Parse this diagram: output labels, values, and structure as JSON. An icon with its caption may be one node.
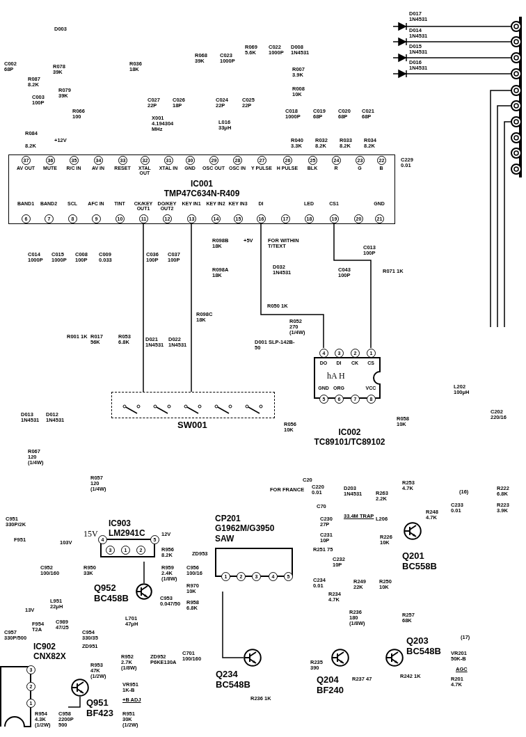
{
  "diagram": {
    "nodes": [
      {
        "text": [
          "IC001",
          "TMP47C634N-R409"
        ]
      },
      {
        "text": [],
        "shape": "box",
        "beside": [
          "SW001"
        ]
      },
      {
        "text": [
          "IC002",
          "TC89101/TC89102"
        ]
      },
      {
        "text": [
          "IC903",
          "LM2941C"
        ]
      },
      {
        "text": [],
        "shape": "circle",
        "beside": [
          "Q952",
          "BC458B"
        ]
      },
      {
        "text": [
          "CP201",
          "G1962M/G3950",
          "SAW"
        ]
      },
      {
        "text": [],
        "shape": "circle",
        "beside": [
          "Q201",
          "BC558B"
        ]
      },
      {
        "text": [
          "IC902",
          "CNX82X"
        ]
      },
      {
        "text": [],
        "shape": "circle",
        "beside": [
          "Q951",
          "BF423"
        ]
      },
      {
        "text": [],
        "shape": "circle",
        "beside": [
          "Q234",
          "BC548B"
        ]
      },
      {
        "text": [],
        "shape": "circle",
        "beside": [
          "Q204",
          "BF240"
        ]
      },
      {
        "text": [],
        "shape": "circle",
        "beside": [
          "Q203",
          "BC548B"
        ]
      }
    ],
    "edges": [
      {
        "from": 0,
        "to": 2,
        "arrow": "none"
      },
      {
        "from": 0,
        "to": 2,
        "arrow": "none"
      },
      {
        "from": 0,
        "to": 1,
        "arrow": "none"
      },
      {
        "from": 0,
        "to": 1,
        "arrow": "none"
      },
      {
        "from": 3,
        "to": 4,
        "arrow": "none"
      },
      {
        "from": 8,
        "to": 7,
        "arrow": "none"
      },
      {
        "from": 5,
        "to": 9,
        "arrow": "none"
      }
    ],
    "labels": [
      "D003",
      "C002 68P",
      "R087 8.2K",
      "R078 39K",
      "R079 39K",
      "C003 100P",
      "R066 100",
      "R084",
      "8.2K",
      "+12V",
      "R036 18K",
      "C027 22P",
      "C026 18P",
      "X001 4.194304 MHz",
      "C024 22P",
      "C025 22P",
      "L016 33μH",
      "R068 39K",
      "C023 1000P",
      "R069 5.6K",
      "C022 1000P",
      "D008 1N4531",
      "R007 3.9K",
      "R008 10K",
      "C018 1000P",
      "C019 68P",
      "C020 68P",
      "C021 68P",
      "R040 3.3K",
      "R032 8.2K",
      "R033 8.2K",
      "R034 8.2K",
      "C229 0.01",
      "D017 1N4531",
      "D014 1N4531",
      "D015 1N4531",
      "D016 1N4531",
      "37",
      "AV OUT",
      "36",
      "MUTE",
      "35",
      "R/C IN",
      "34",
      "AV IN",
      "33",
      "RESET",
      "32",
      "XTAL OUT",
      "31",
      "XTAL IN",
      "30",
      "GND",
      "29",
      "OSC OUT",
      "28",
      "OSC IN",
      "27",
      "Y PULSE",
      "26",
      "H PULSE",
      "25",
      "BLK",
      "24",
      "R",
      "23",
      "G",
      "22",
      "B",
      "BAND1",
      "6",
      "BAND2",
      "7",
      "SCL",
      "8",
      "AFC IN",
      "9",
      "TINT",
      "10",
      "CK/KEY OUT1",
      "11",
      "DO/KEY OUT2",
      "12",
      "KEY IN1",
      "13",
      "KEY IN2",
      "14",
      "KEY IN3",
      "15",
      "DI",
      "16",
      "17",
      "LED",
      "18",
      "CS1",
      "19",
      "20",
      "GND",
      "21",
      "C014 1000P",
      "C015 1000P",
      "C008 100P",
      "C009 0.033",
      "C036 100P",
      "C037 100P",
      "R098B 18K",
      "+5V",
      "R098A 18K",
      "FOR WITHIN T/TEXT",
      "D032 1N4531",
      "C013 100P",
      "C043 100P",
      "R071 1K",
      "R098C 18K",
      "R050 1K",
      "R052 270 (1/4W)",
      "D001 SLP-142B-50",
      "R001 1K",
      "R017 56K",
      "R053 6.8K",
      "D021 1N4531",
      "D022 1N4531",
      "D013 1N4531",
      "D012 1N4531",
      "4",
      "3",
      "2",
      "1",
      "DO",
      "DI",
      "CK",
      "CS",
      "GND",
      "ORG",
      "VCC",
      "5",
      "6",
      "7",
      "8",
      "hA H",
      "R056 10K",
      "R058 10K",
      "L202 100μH",
      "C202 220/16",
      "R067 120 (1/4W)",
      "R057 120 (1/4W)",
      "15V",
      "4",
      "5",
      "3",
      "1",
      "2",
      "C951 330P/2K",
      "12V",
      "F951",
      "103V",
      "R956 8.2K",
      "ZD953",
      "C952 100/160",
      "R950 33K",
      "R959 2.4K (1/8W)",
      "C956 100/16",
      "R970 10K",
      "13V",
      "L951 22μH",
      "C953 0.047/50",
      "R958 6.8K",
      "F954 T2A",
      "C989 47/25",
      "L701 47μH",
      "C957 330P/500",
      "C954 330/35",
      "ZD951",
      "R952 2.7K (1/8W)",
      "ZD952 P6KE130A",
      "C701 100/160",
      "R953 47K (1/2W)",
      "VR951 1K-B",
      "+B ADJ",
      "R954 4.3K (1/2W)",
      "C958 2200P 500",
      "R951 30K (1/2W)",
      "1",
      "2",
      "3",
      "4",
      "5",
      "3",
      "2",
      "1",
      "FOR FRANCE",
      "C20",
      "C220 0.01",
      "D203 1N4531",
      "R263 2.2K",
      "R253 4.7K",
      "C70",
      "C230 27P",
      "33.4M TRAP",
      "L206",
      "C231 10P",
      "R251 75",
      "C232 10P",
      "C234 0.01",
      "R234 4.7K",
      "R249 22K",
      "R250 10K",
      "R248 4.7K",
      "R226 10K",
      "(16)",
      "C233 0.01",
      "R222 6.8K",
      "R223 3.9K",
      "R236 180 (1/8W)",
      "R257 68K",
      "(17)",
      "R236 1K",
      "R235 390",
      "R237 47",
      "R242 1K",
      "VR201 50K-B",
      "AGC",
      "R201 4.7K"
    ]
  }
}
